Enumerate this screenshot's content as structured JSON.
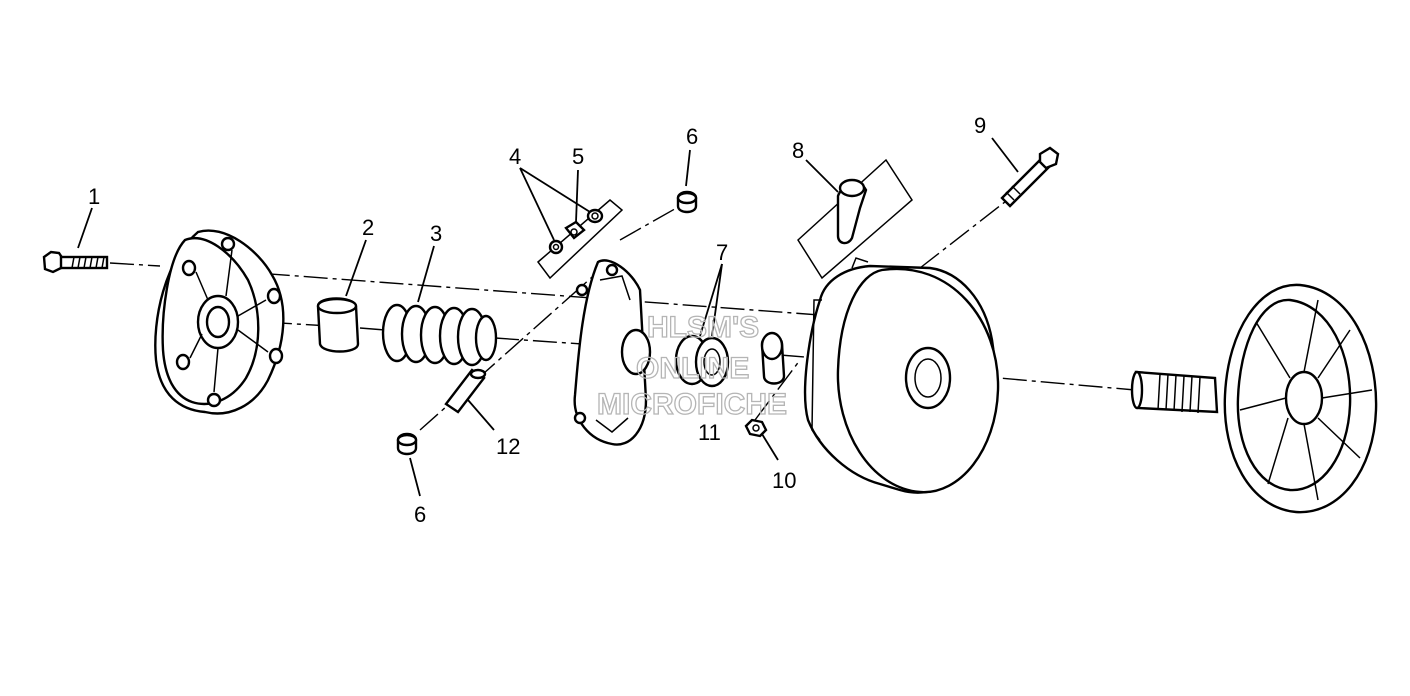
{
  "callouts": {
    "c1": "1",
    "c2": "2",
    "c3": "3",
    "c4": "4",
    "c5": "5",
    "c6a": "6",
    "c6b": "6",
    "c7": "7",
    "c8": "8",
    "c9": "9",
    "c10": "10",
    "c11": "11",
    "c12": "12"
  },
  "watermark": {
    "line1": "HLSM'S",
    "line2": "ONLINE",
    "line3": "MICROFICHE"
  }
}
